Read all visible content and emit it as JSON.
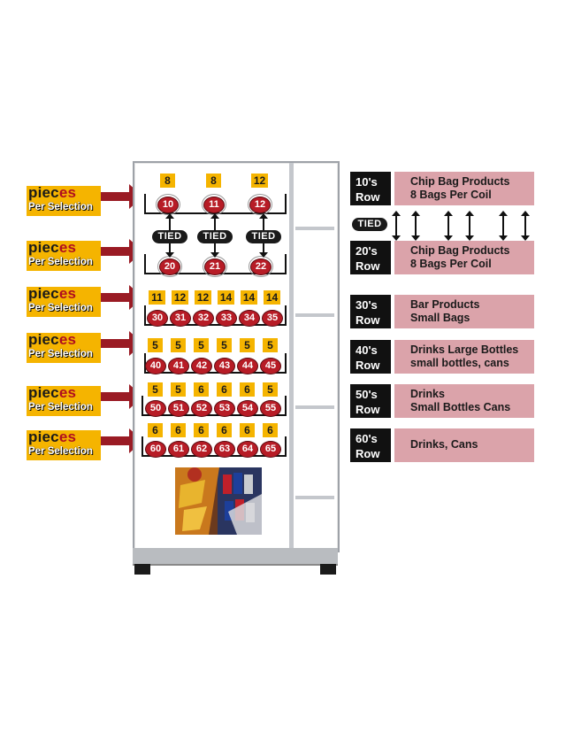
{
  "labels": [
    {
      "part1": "piec",
      "part2": "es",
      "line2": "Per Selection"
    },
    {
      "part1": "piec",
      "part2": "es",
      "line2": "Per Selection"
    },
    {
      "part1": "piec",
      "part2": "es",
      "line2": "Per Selection"
    },
    {
      "part1": "piec",
      "part2": "es",
      "line2": "Per Selection"
    },
    {
      "part1": "piec",
      "part2": "es",
      "line2": "Per Selection"
    },
    {
      "part1": "piec",
      "part2": "es",
      "line2": "Per Selection"
    }
  ],
  "rows": [
    {
      "qty": [
        "8",
        "8",
        "12"
      ],
      "sel": [
        "10",
        "11",
        "12"
      ]
    },
    {
      "qty": [],
      "sel": [
        "20",
        "21",
        "22"
      ]
    },
    {
      "qty": [
        "11",
        "12",
        "12",
        "14",
        "14",
        "14"
      ],
      "sel": [
        "30",
        "31",
        "32",
        "33",
        "34",
        "35"
      ]
    },
    {
      "qty": [
        "5",
        "5",
        "5",
        "5",
        "5",
        "5"
      ],
      "sel": [
        "40",
        "41",
        "42",
        "43",
        "44",
        "45"
      ]
    },
    {
      "qty": [
        "5",
        "5",
        "6",
        "6",
        "6",
        "5"
      ],
      "sel": [
        "50",
        "51",
        "52",
        "53",
        "54",
        "55"
      ]
    },
    {
      "qty": [
        "6",
        "6",
        "6",
        "6",
        "6",
        "6"
      ],
      "sel": [
        "60",
        "61",
        "62",
        "63",
        "64",
        "65"
      ]
    }
  ],
  "tied_label": "TIED",
  "legend": [
    {
      "row": "10's",
      "row_word": "Row",
      "line1": "Chip Bag Products",
      "line2": "8 Bags Per Coil"
    },
    {
      "row": "20's",
      "row_word": "Row",
      "line1": "Chip Bag Products",
      "line2": "8 Bags Per Coil"
    },
    {
      "row": "30's",
      "row_word": "Row",
      "line1": "Bar Products",
      "line2": "Small Bags"
    },
    {
      "row": "40's",
      "row_word": "Row",
      "line1": "Drinks Large Bottles",
      "line2": "small bottles, cans"
    },
    {
      "row": "50's",
      "row_word": "Row",
      "line1": "Drinks",
      "line2": "Small Bottles Cans"
    },
    {
      "row": "60's",
      "row_word": "Row",
      "line1": "Drinks, Cans",
      "line2": ""
    }
  ],
  "colors": {
    "accent_yellow": "#f5b400",
    "accent_red": "#b71c26",
    "legend_pink": "#dba3aa"
  }
}
